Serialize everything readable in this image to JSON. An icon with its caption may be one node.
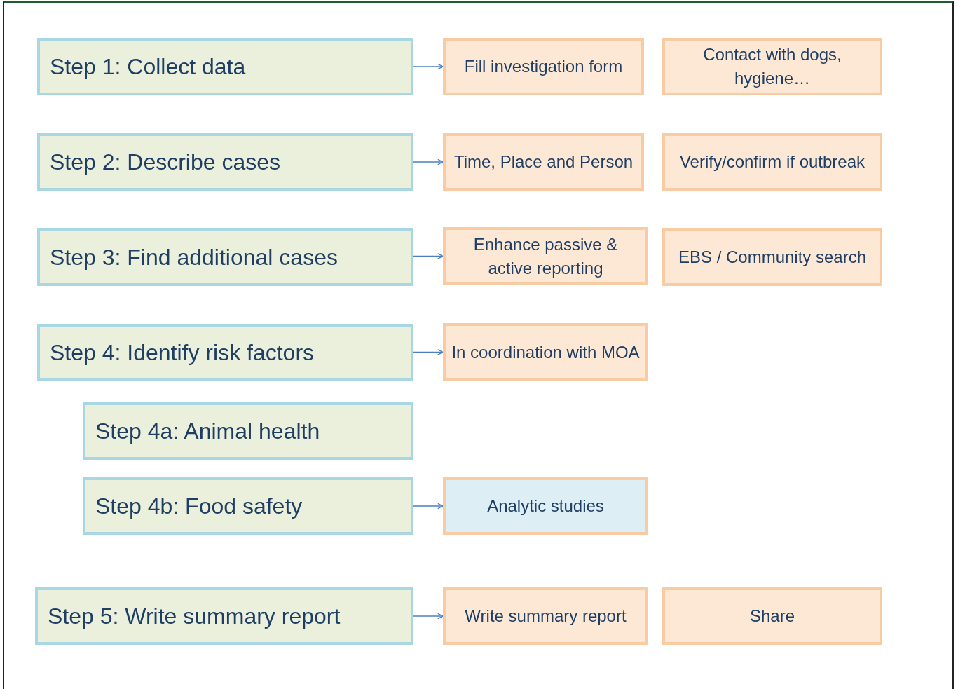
{
  "diagram": {
    "nodes": [
      {
        "text": [
          "Step 1: Collect data"
        ]
      },
      {
        "text": [
          "Fill investigation form"
        ]
      },
      {
        "text": [
          "Contact with dogs, hygiene…"
        ]
      },
      {
        "text": [
          "Step 2: Describe cases"
        ]
      },
      {
        "text": [
          "Time, Place and Person"
        ]
      },
      {
        "text": [
          "Verify/confirm  if outbreak"
        ]
      },
      {
        "text": [
          "Step 3: Find additional cases"
        ]
      },
      {
        "text": [
          "Enhance passive & active reporting"
        ]
      },
      {
        "text": [
          "EBS / Community search"
        ]
      },
      {
        "text": [
          "Step 4: Identify risk factors"
        ]
      },
      {
        "text": [
          "In coordination with MOA"
        ]
      },
      {
        "text": [
          "Step 4a: Animal health"
        ]
      },
      {
        "text": [
          "Step 4b: Food safety"
        ]
      },
      {
        "text": [
          "Analytic studies"
        ]
      },
      {
        "text": [
          "Step 5: Write summary report"
        ]
      },
      {
        "text": [
          "Write summary report"
        ]
      },
      {
        "text": [
          "Share"
        ]
      }
    ],
    "edges": [
      {
        "from": 0,
        "to": 1,
        "arrow": "to"
      },
      {
        "from": 3,
        "to": 4,
        "arrow": "to"
      },
      {
        "from": 6,
        "to": 7,
        "arrow": "to"
      },
      {
        "from": 9,
        "to": 10,
        "arrow": "to"
      },
      {
        "from": 12,
        "to": 13,
        "arrow": "to"
      },
      {
        "from": 14,
        "to": 15,
        "arrow": "to"
      }
    ]
  }
}
